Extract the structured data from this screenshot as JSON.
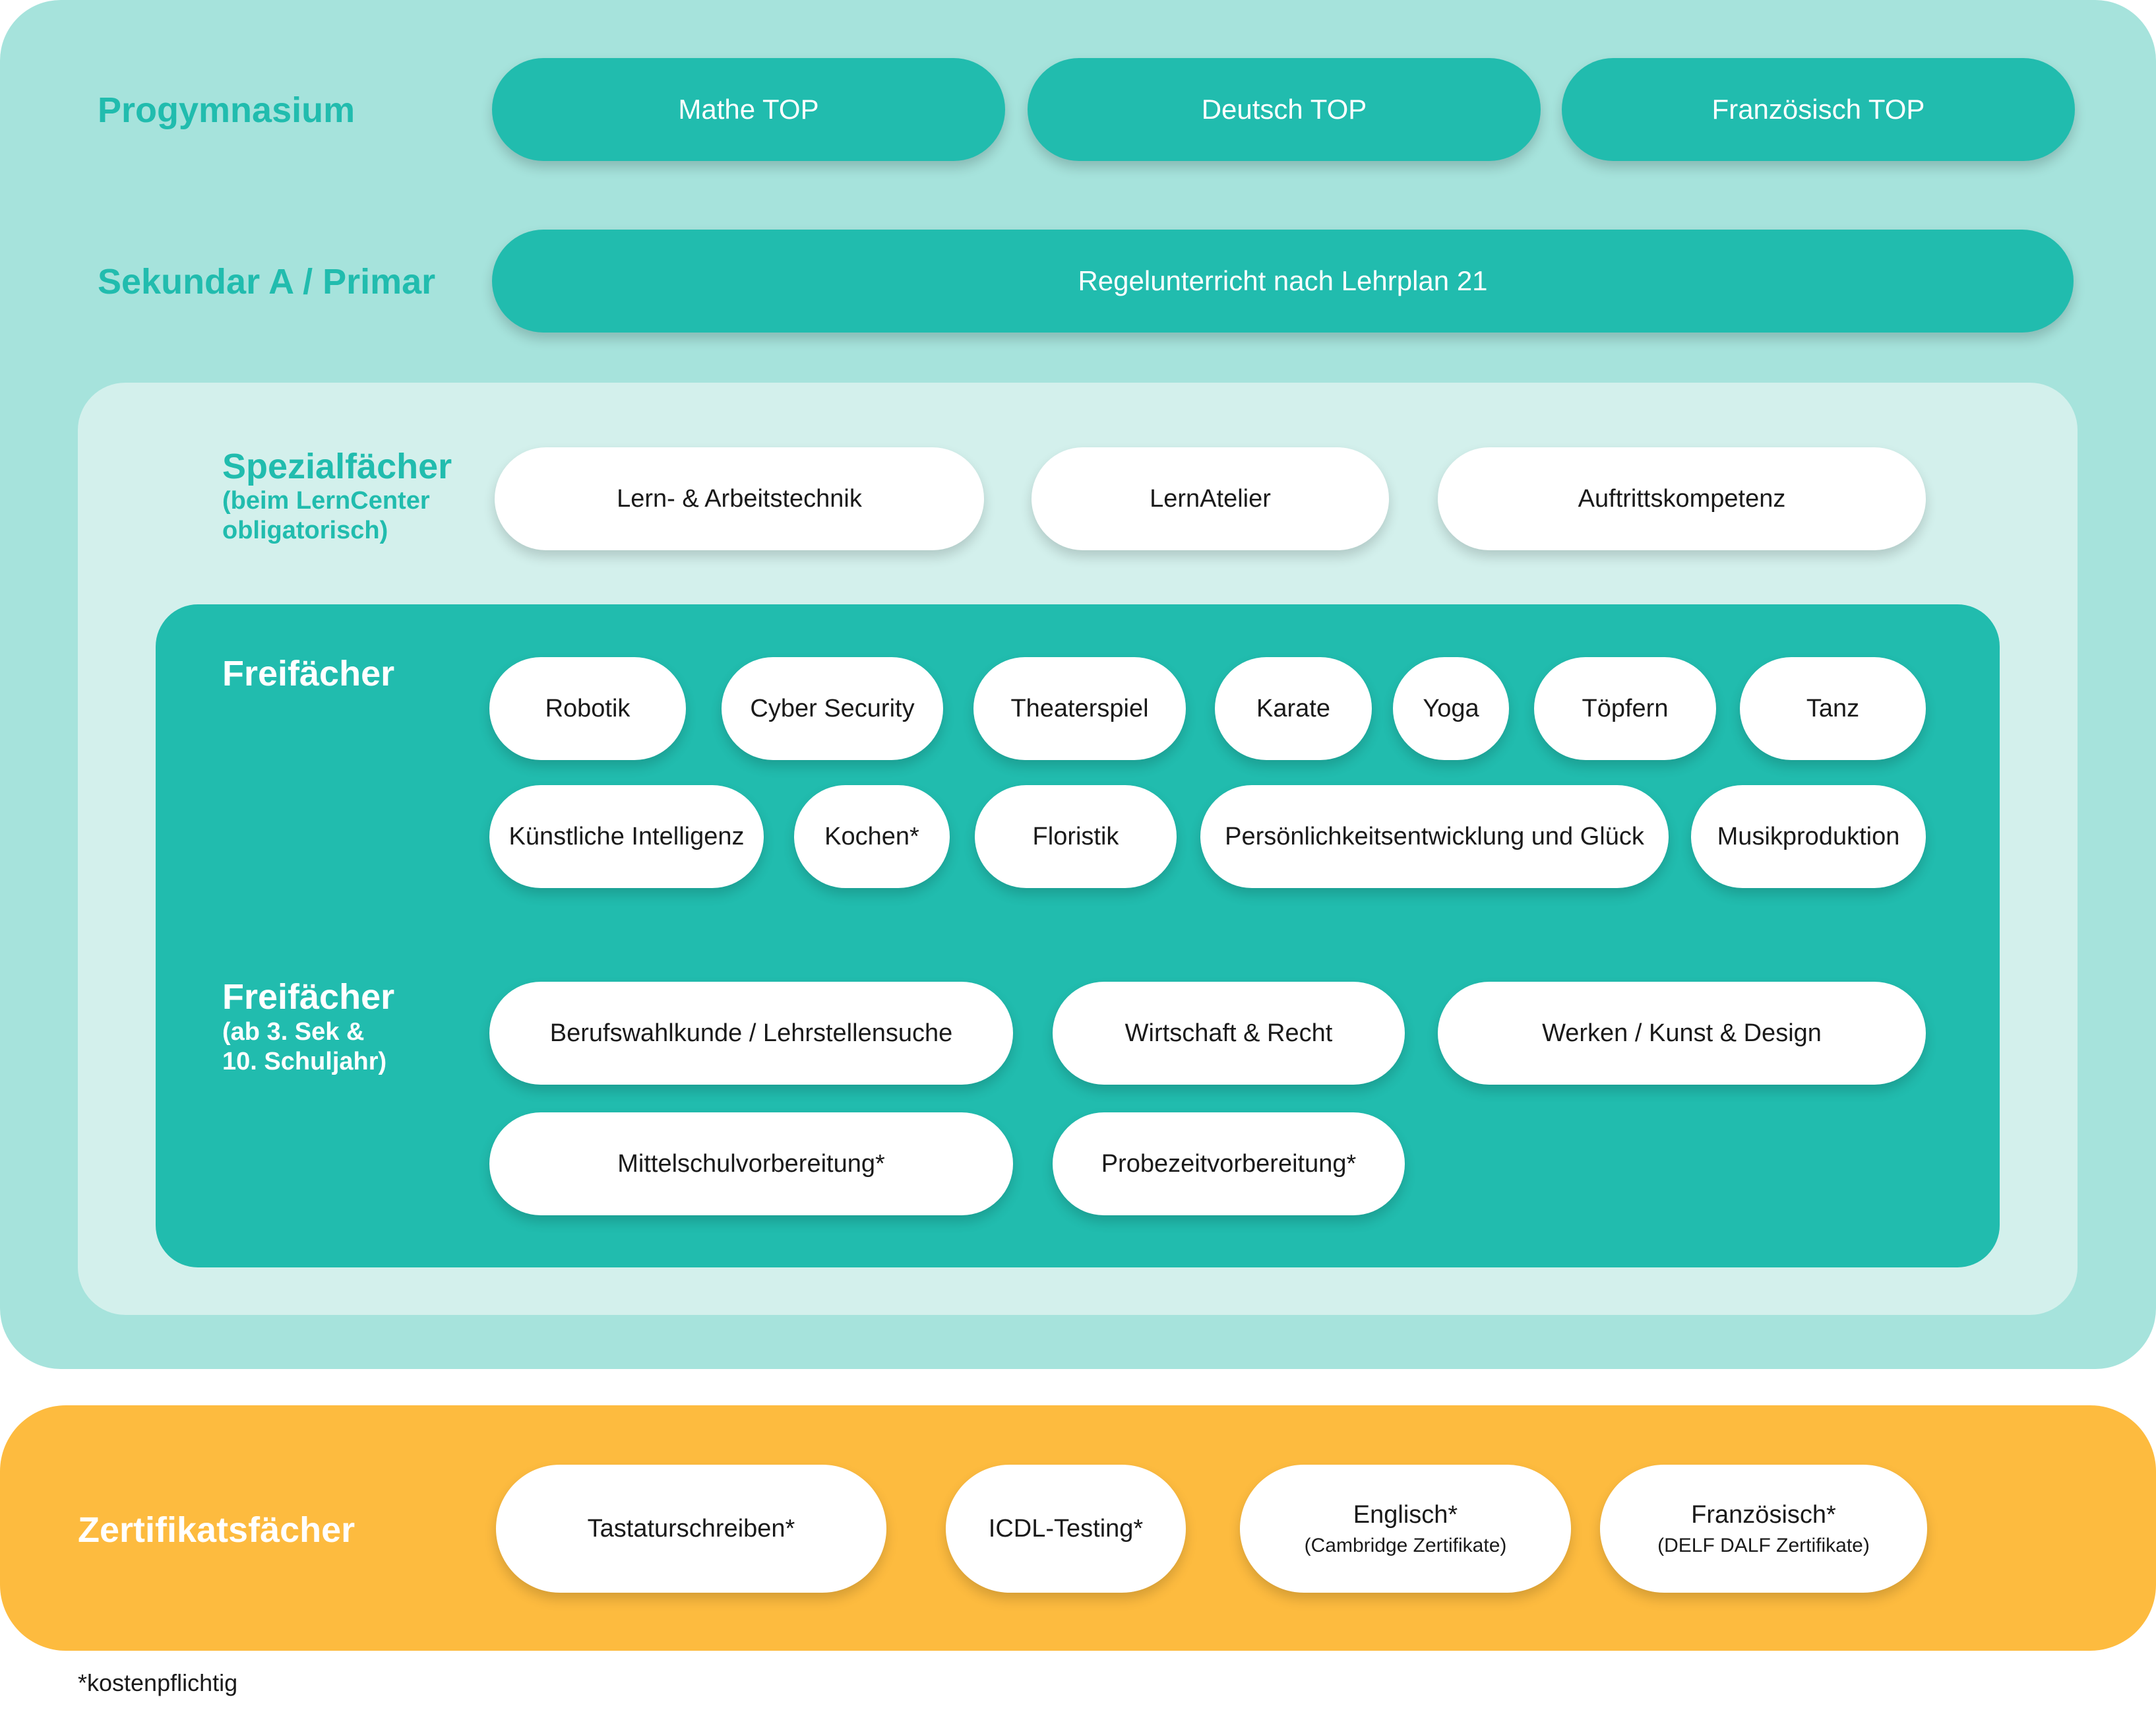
{
  "colors": {
    "teal": "#21bcae",
    "light_teal": "#a6e3dc",
    "pale_teal": "#d3f0ec",
    "orange": "#fdbb3f"
  },
  "progymnasium": {
    "label": "Progymnasium",
    "items": [
      "Mathe TOP",
      "Deutsch TOP",
      "Französisch TOP"
    ]
  },
  "sekundar": {
    "label": "Sekundar A / Primar",
    "items": [
      "Regelunterricht nach Lehrplan 21"
    ]
  },
  "spezial": {
    "label": "Spezialfächer",
    "note_line1": "(beim LernCenter",
    "note_line2": "obligatorisch)",
    "items": [
      "Lern- & Arbeitstechnik",
      "LernAtelier",
      "Auftrittskompetenz"
    ]
  },
  "freifaecher": {
    "label": "Freifächer",
    "row1": [
      "Robotik",
      "Cyber Security",
      "Theaterspiel",
      "Karate",
      "Yoga",
      "Töpfern",
      "Tanz"
    ],
    "row2": [
      "Künstliche Intelligenz",
      "Kochen*",
      "Floristik",
      "Persönlichkeitsentwicklung und Glück",
      "Musikproduktion"
    ]
  },
  "freifaecher_sek": {
    "label": "Freifächer",
    "note_line1": "(ab 3. Sek &",
    "note_line2": "10. Schuljahr)",
    "items": [
      "Berufswahlkunde / Lehrstellensuche",
      "Wirtschaft & Recht",
      "Werken / Kunst & Design",
      "Mittelschulvorbereitung*",
      "Probezeitvorbereitung*"
    ]
  },
  "zertifikat": {
    "label": "Zertifikatsfächer",
    "items": [
      {
        "title": "Tastaturschreiben*",
        "sub": ""
      },
      {
        "title": "ICDL-Testing*",
        "sub": ""
      },
      {
        "title": "Englisch*",
        "sub": "(Cambridge Zertifikate)"
      },
      {
        "title": "Französisch*",
        "sub": "(DELF DALF Zertifikate)"
      }
    ]
  },
  "footnote": "*kostenpflichtig"
}
